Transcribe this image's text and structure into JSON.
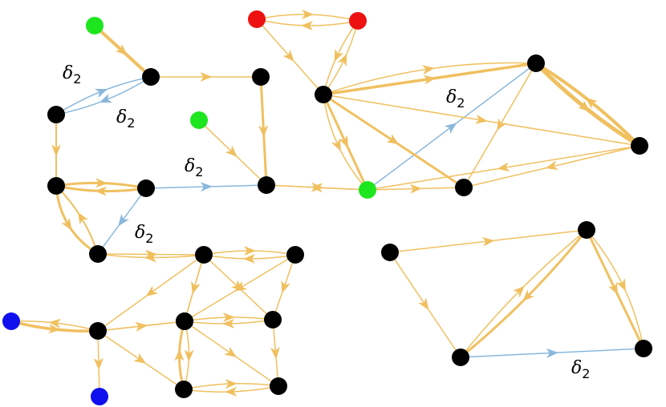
{
  "colors": {
    "orange": "#f0c060",
    "blue": "#8ab8dc",
    "black": "#000000",
    "green": "#1ee61e",
    "red": "#ee1111",
    "navy": "#1010ee"
  },
  "label": {
    "symbol": "δ",
    "subscript": "2"
  },
  "nodes": [
    {
      "id": "g1",
      "c": "green"
    },
    {
      "id": "r1",
      "c": "red"
    },
    {
      "id": "r2",
      "c": "red"
    },
    {
      "id": "n1",
      "c": "black"
    },
    {
      "id": "n2",
      "c": "black"
    },
    {
      "id": "n3",
      "c": "black"
    },
    {
      "id": "n4",
      "c": "black"
    },
    {
      "id": "g2",
      "c": "green"
    },
    {
      "id": "n5",
      "c": "black"
    },
    {
      "id": "n6",
      "c": "black"
    },
    {
      "id": "n7",
      "c": "black"
    },
    {
      "id": "n8",
      "c": "black"
    },
    {
      "id": "n9",
      "c": "black"
    },
    {
      "id": "g3",
      "c": "green"
    },
    {
      "id": "n10",
      "c": "black"
    },
    {
      "id": "n11",
      "c": "black"
    },
    {
      "id": "n12",
      "c": "black"
    },
    {
      "id": "n13",
      "c": "black"
    },
    {
      "id": "n14",
      "c": "black"
    },
    {
      "id": "n15",
      "c": "black"
    },
    {
      "id": "n16",
      "c": "black"
    },
    {
      "id": "b1",
      "c": "navy"
    },
    {
      "id": "n17",
      "c": "black"
    },
    {
      "id": "n18",
      "c": "black"
    },
    {
      "id": "n19",
      "c": "black"
    },
    {
      "id": "b2",
      "c": "navy"
    },
    {
      "id": "n20",
      "c": "black"
    },
    {
      "id": "n21",
      "c": "black"
    },
    {
      "id": "n22",
      "c": "black"
    },
    {
      "id": "n23",
      "c": "black"
    }
  ],
  "edges": [
    {
      "s": "g1",
      "t": "n1",
      "c": "orange",
      "w": 4
    },
    {
      "s": "n1",
      "t": "n2",
      "c": "orange",
      "w": 1.5
    },
    {
      "s": "n1",
      "t": "n3",
      "c": "blue",
      "w": 1.5,
      "curve": -12
    },
    {
      "s": "n3",
      "t": "n1",
      "c": "blue",
      "w": 1.5,
      "curve": -12
    },
    {
      "s": "n3",
      "t": "n5",
      "c": "orange",
      "w": 2
    },
    {
      "s": "n2",
      "t": "n6",
      "c": "orange",
      "w": 3
    },
    {
      "s": "g2",
      "t": "n6",
      "c": "orange",
      "w": 1.5
    },
    {
      "s": "n5",
      "t": "n9",
      "c": "orange",
      "w": 3,
      "curve": -10
    },
    {
      "s": "n9",
      "t": "n5",
      "c": "orange",
      "w": 3,
      "curve": -10
    },
    {
      "s": "n9",
      "t": "n6",
      "c": "blue",
      "w": 1.5
    },
    {
      "s": "n9",
      "t": "n10",
      "c": "blue",
      "w": 1.5
    },
    {
      "s": "n5",
      "t": "n10",
      "c": "orange",
      "w": 3,
      "curve": 25
    },
    {
      "s": "n10",
      "t": "n5",
      "c": "orange",
      "w": 2,
      "curve": 12
    },
    {
      "s": "n6",
      "t": "g3",
      "c": "orange",
      "w": 1.5
    },
    {
      "s": "g3",
      "t": "n6",
      "c": "orange",
      "w": 1.5
    },
    {
      "s": "g3",
      "t": "n8",
      "c": "orange",
      "w": 1.5
    },
    {
      "s": "g3",
      "t": "n7",
      "c": "blue",
      "w": 1.5
    },
    {
      "s": "r1",
      "t": "r2",
      "c": "orange",
      "w": 1.5,
      "curve": -14
    },
    {
      "s": "r2",
      "t": "r1",
      "c": "orange",
      "w": 1.5,
      "curve": -14
    },
    {
      "s": "r1",
      "t": "n4",
      "c": "orange",
      "w": 1.5
    },
    {
      "s": "r2",
      "t": "n4",
      "c": "orange",
      "w": 1.5,
      "curve": 10
    },
    {
      "s": "n4",
      "t": "r2",
      "c": "orange",
      "w": 1.5,
      "curve": 10
    },
    {
      "s": "n4",
      "t": "n7",
      "c": "orange",
      "w": 3.5
    },
    {
      "s": "n4",
      "t": "n7",
      "c": "orange",
      "w": 1.5,
      "curve": -25
    },
    {
      "s": "n4",
      "t": "g3",
      "c": "orange",
      "w": 3
    },
    {
      "s": "n4",
      "t": "g3",
      "c": "orange",
      "w": 1.5,
      "curve": 20
    },
    {
      "s": "n4",
      "t": "n8",
      "c": "orange",
      "w": 3
    },
    {
      "s": "n4",
      "t": "n11",
      "c": "orange",
      "w": 1.5
    },
    {
      "s": "n7",
      "t": "n11",
      "c": "orange",
      "w": 5,
      "curve": 10
    },
    {
      "s": "n11",
      "t": "n7",
      "c": "orange",
      "w": 4,
      "curve": 10
    },
    {
      "s": "n7",
      "t": "n8",
      "c": "orange",
      "w": 1.5
    },
    {
      "s": "n11",
      "t": "n8",
      "c": "orange",
      "w": 1.5
    },
    {
      "s": "n11",
      "t": "g3",
      "c": "orange",
      "w": 1.5
    },
    {
      "s": "n10",
      "t": "n12",
      "c": "orange",
      "w": 1.5
    },
    {
      "s": "n12",
      "t": "n10",
      "c": "orange",
      "w": 1.5,
      "curve": -8
    },
    {
      "s": "n12",
      "t": "n13",
      "c": "orange",
      "w": 1.5,
      "curve": -10
    },
    {
      "s": "n13",
      "t": "n12",
      "c": "orange",
      "w": 1.5,
      "curve": -10
    },
    {
      "s": "n12",
      "t": "n16",
      "c": "orange",
      "w": 1.5
    },
    {
      "s": "n12",
      "t": "n14",
      "c": "orange",
      "w": 1.5
    },
    {
      "s": "n12",
      "t": "n17",
      "c": "orange",
      "w": 1.5
    },
    {
      "s": "n12",
      "t": "n18",
      "c": "orange",
      "w": 1.5
    },
    {
      "s": "n13",
      "t": "n18",
      "c": "orange",
      "w": 1.5
    },
    {
      "s": "n13",
      "t": "n17",
      "c": "orange",
      "w": 1.5
    },
    {
      "s": "b1",
      "t": "n16",
      "c": "orange",
      "w": 3.5,
      "curve": 8
    },
    {
      "s": "n16",
      "t": "b1",
      "c": "orange",
      "w": 1.5,
      "curve": 8
    },
    {
      "s": "n16",
      "t": "b2",
      "c": "orange",
      "w": 1.5
    },
    {
      "s": "n16",
      "t": "n14",
      "c": "orange",
      "w": 1.5
    },
    {
      "s": "n16",
      "t": "n19",
      "c": "orange",
      "w": 1.5
    },
    {
      "s": "n16",
      "t": "n17",
      "c": "orange",
      "w": 1.5
    },
    {
      "s": "n17",
      "t": "n18",
      "c": "orange",
      "w": 1.5,
      "curve": -8
    },
    {
      "s": "n18",
      "t": "n17",
      "c": "orange",
      "w": 1.5,
      "curve": -8
    },
    {
      "s": "n17",
      "t": "n19",
      "c": "orange",
      "w": 1.5,
      "curve": -12
    },
    {
      "s": "n19",
      "t": "n17",
      "c": "orange",
      "w": 3,
      "curve": -12
    },
    {
      "s": "n19",
      "t": "n20",
      "c": "orange",
      "w": 1.5,
      "curve": -10
    },
    {
      "s": "n20",
      "t": "n19",
      "c": "orange",
      "w": 1.5,
      "curve": -10
    },
    {
      "s": "n18",
      "t": "n20",
      "c": "orange",
      "w": 1.5
    },
    {
      "s": "n17",
      "t": "n20",
      "c": "orange",
      "w": 1.5
    },
    {
      "s": "n21",
      "t": "n22",
      "c": "orange",
      "w": 1.5
    },
    {
      "s": "n21",
      "t": "n15",
      "c": "orange",
      "w": 1.5
    },
    {
      "s": "n22",
      "t": "n15",
      "c": "orange",
      "w": 3,
      "curve": -12
    },
    {
      "s": "n15",
      "t": "n22",
      "c": "orange",
      "w": 1.5,
      "curve": -12
    },
    {
      "s": "n22",
      "t": "n23",
      "c": "orange",
      "w": 3
    },
    {
      "s": "n22",
      "t": "n23",
      "c": "orange",
      "w": 1.5,
      "curve": -22
    },
    {
      "s": "n15",
      "t": "n23",
      "c": "blue",
      "w": 1.5
    }
  ],
  "labels": [
    {
      "id": "lab1"
    },
    {
      "id": "lab2"
    },
    {
      "id": "lab3"
    },
    {
      "id": "lab4"
    },
    {
      "id": "lab5"
    },
    {
      "id": "lab6"
    }
  ]
}
